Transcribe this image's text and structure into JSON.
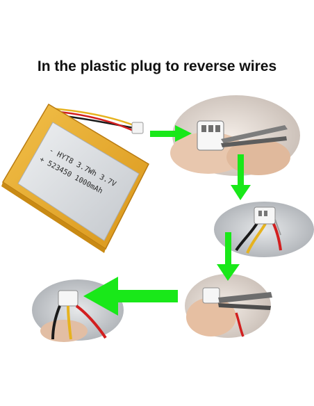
{
  "title": "In the plastic plug to reverse wires",
  "battery": {
    "line1": "- HYT8 3.7Wh 3.7V",
    "line2": "+ 523450 1000mAh"
  },
  "colors": {
    "arrow": "#19e819",
    "battery_yellow": "#e8a81c",
    "label_silver": "#d9dce0",
    "wire_red": "#d21f1f",
    "wire_black": "#1a1a1a",
    "wire_yellow": "#e6b21e"
  }
}
